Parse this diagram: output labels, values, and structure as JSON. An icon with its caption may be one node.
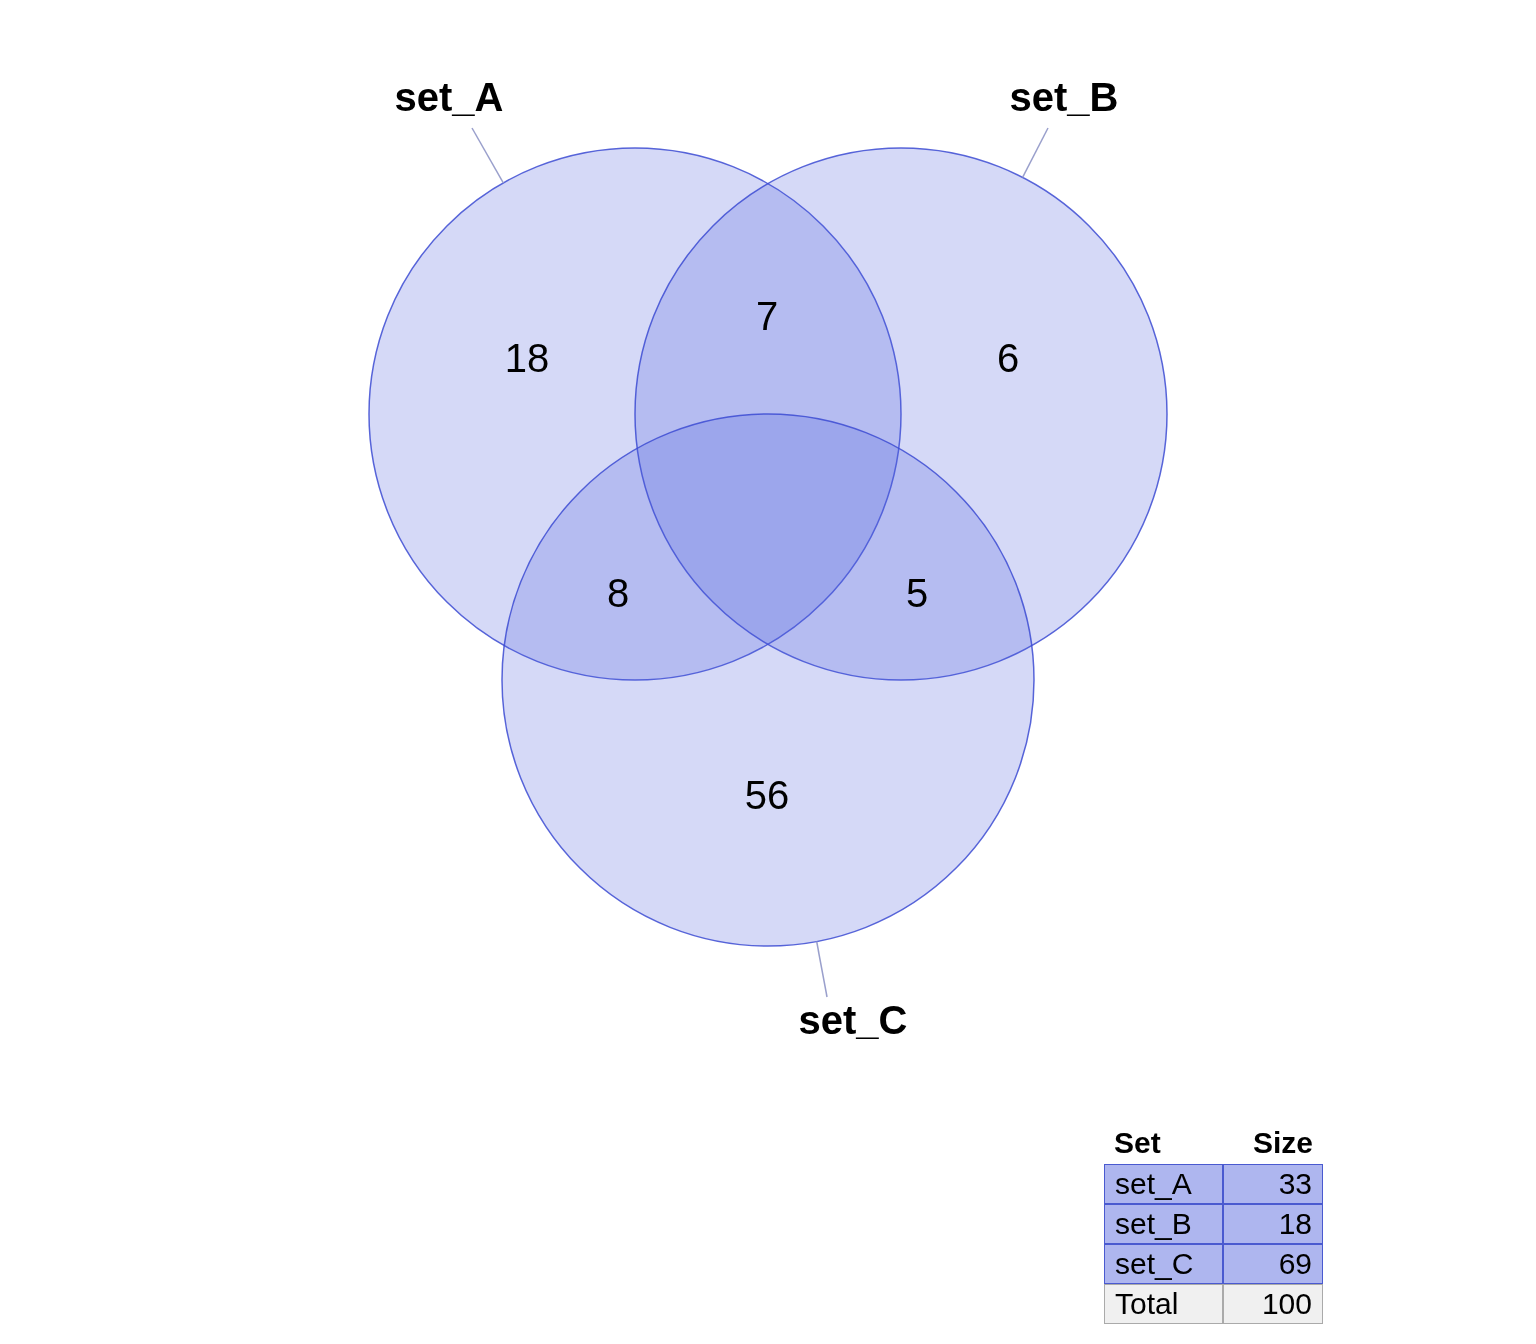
{
  "diagram": {
    "nodes": [
      {
        "text": [
          "set_A"
        ]
      },
      {
        "text": [
          "set_B"
        ]
      },
      {
        "text": [
          "set_C"
        ]
      },
      {
        "text": [],
        "shape": "circle"
      },
      {
        "text": [],
        "shape": "circle"
      },
      {
        "text": [],
        "shape": "circle"
      }
    ],
    "edges": [
      {
        "from": 0,
        "to": 3,
        "arrow": "none"
      },
      {
        "from": 1,
        "to": 4,
        "arrow": "none"
      },
      {
        "from": 2,
        "to": 5,
        "arrow": "none"
      }
    ],
    "labels": [
      "18",
      "7",
      "6",
      "8",
      "5",
      "56",
      "Set",
      "Size",
      "set_A",
      "33",
      "set_B",
      "18",
      "set_C",
      "69",
      "Total",
      "100"
    ]
  }
}
